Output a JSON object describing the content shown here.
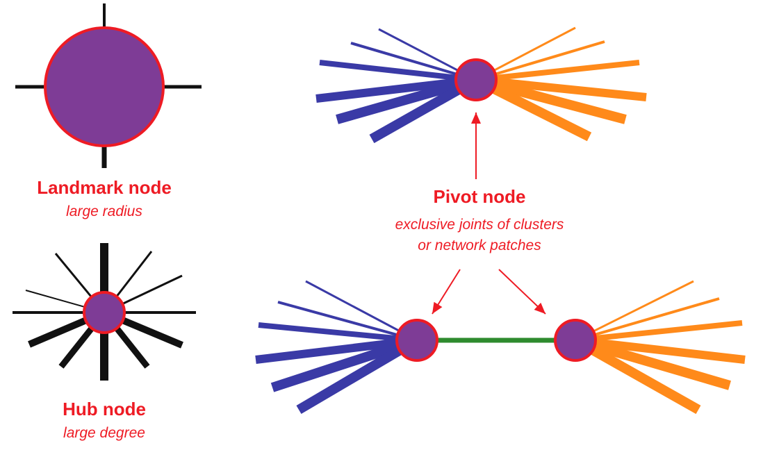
{
  "colors": {
    "node_fill": "#7e3c96",
    "node_stroke": "#ee1b24",
    "dark_edge": "#111111",
    "blue_edge": "#3a3aa6",
    "orange_edge": "#ff8a1a",
    "green_edge": "#2e8b2e",
    "arrow": "#ee1b24",
    "label": "#ee1b24"
  },
  "landmark": {
    "title": "Landmark node",
    "subtitle": "large radius"
  },
  "hub": {
    "title": "Hub node",
    "subtitle": "large degree"
  },
  "pivot": {
    "title": "Pivot node",
    "subtitle_line1": "exclusive joints of clusters",
    "subtitle_line2": "or network patches"
  }
}
